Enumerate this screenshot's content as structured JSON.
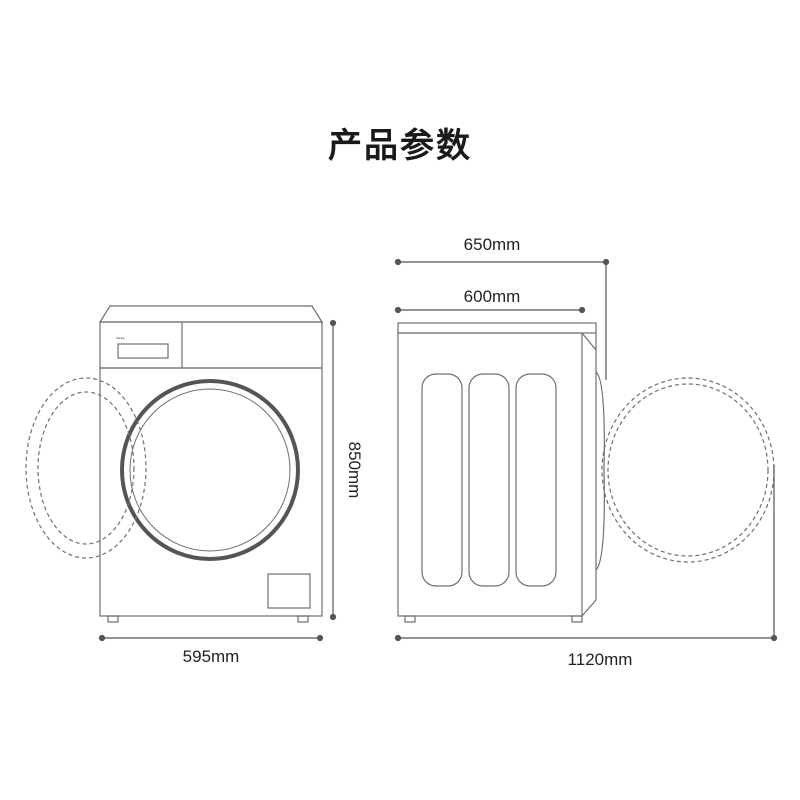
{
  "title": "产品参数",
  "dimensions": {
    "front_width": "595mm",
    "height": "850mm",
    "side_depth_total": "650mm",
    "side_depth_body": "600mm",
    "door_open_depth": "1120mm"
  },
  "colors": {
    "outline": "#6f6f6f",
    "dim_line": "#555555",
    "text": "#222222"
  }
}
